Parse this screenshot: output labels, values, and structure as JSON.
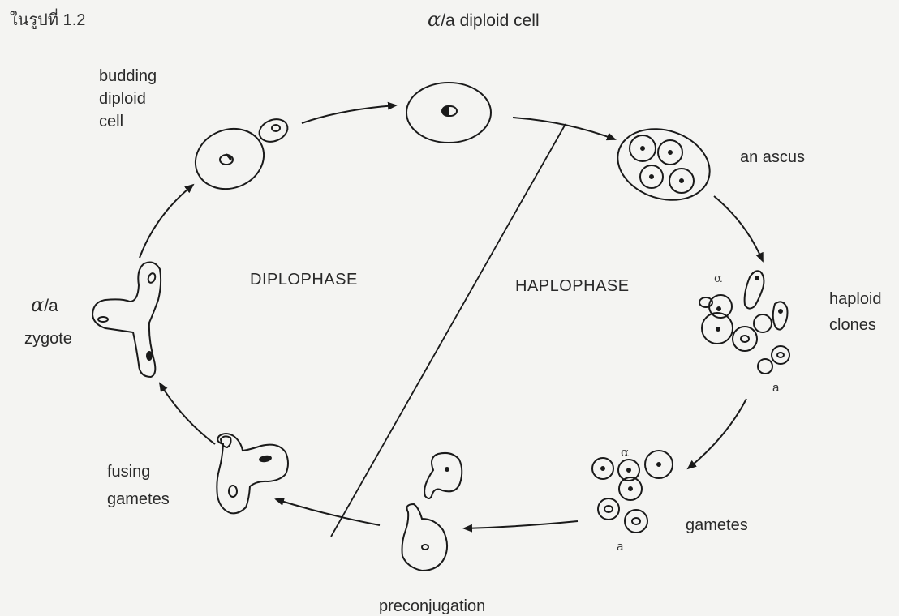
{
  "figure_caption": "ในรูปที่ 1.2",
  "labels": {
    "top_cell_greek": "α",
    "top_cell_rest": "/a diploid cell",
    "budding": [
      "budding",
      "diploid",
      "cell"
    ],
    "ascus": "an ascus",
    "haploid": [
      "haploid",
      "clones"
    ],
    "zygote_greek": "α",
    "zygote_rest": "/a",
    "zygote": "zygote",
    "fusing": [
      "fusing",
      "gametes"
    ],
    "gametes": "gametes",
    "preconjugation": "preconjugation",
    "diplophase": "DIPLOPHASE",
    "haplophase": "HAPLOPHASE",
    "mating_alpha_1": "α",
    "mating_a_1": "a",
    "mating_alpha_2": "α",
    "mating_a_2": "a"
  }
}
